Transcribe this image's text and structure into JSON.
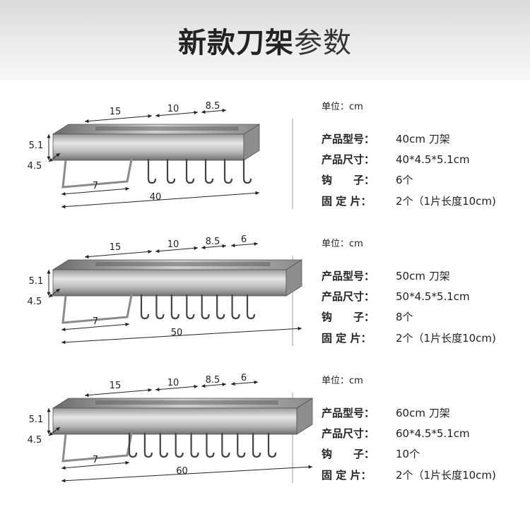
{
  "header": {
    "title_bold": "新款刀架",
    "title_light": "参数"
  },
  "products": [
    {
      "unit": "单位：cm",
      "specs": [
        {
          "label": "产品型号：",
          "value": "40cm 刀架"
        },
        {
          "label": "产品尺寸：",
          "value": "40*4.5*5.1cm"
        },
        {
          "label": "钩　　子：",
          "value": "6个"
        },
        {
          "label": "固 定 片：",
          "value": "2个（1片长度10cm)"
        }
      ],
      "dims": {
        "top1": "15",
        "top2": "10",
        "top3": "8.5",
        "top4": "",
        "height": "5.1",
        "depth": "4.5",
        "bar": "7",
        "length": "40"
      },
      "hooks": 6
    },
    {
      "unit": "单位：cm",
      "specs": [
        {
          "label": "产品型号：",
          "value": "50cm 刀架"
        },
        {
          "label": "产品尺寸：",
          "value": "50*4.5*5.1cm"
        },
        {
          "label": "钩　　子：",
          "value": "8个"
        },
        {
          "label": "固 定 片：",
          "value": "2个（1片长度10cm)"
        }
      ],
      "dims": {
        "top1": "15",
        "top2": "10",
        "top3": "8.5",
        "top4": "6",
        "height": "5.1",
        "depth": "4.5",
        "bar": "7",
        "length": "50"
      },
      "hooks": 8
    },
    {
      "unit": "单位：cm",
      "specs": [
        {
          "label": "产品型号：",
          "value": "60cm 刀架"
        },
        {
          "label": "产品尺寸：",
          "value": "60*4.5*5.1cm"
        },
        {
          "label": "钩　　子：",
          "value": "10个"
        },
        {
          "label": "固 定 片：",
          "value": "2个（1片长度10cm)"
        }
      ],
      "dims": {
        "top1": "15",
        "top2": "10",
        "top3": "8.5",
        "top4": "6",
        "height": "5.1",
        "depth": "4.5",
        "bar": "7",
        "length": "60"
      },
      "hooks": 10
    }
  ]
}
